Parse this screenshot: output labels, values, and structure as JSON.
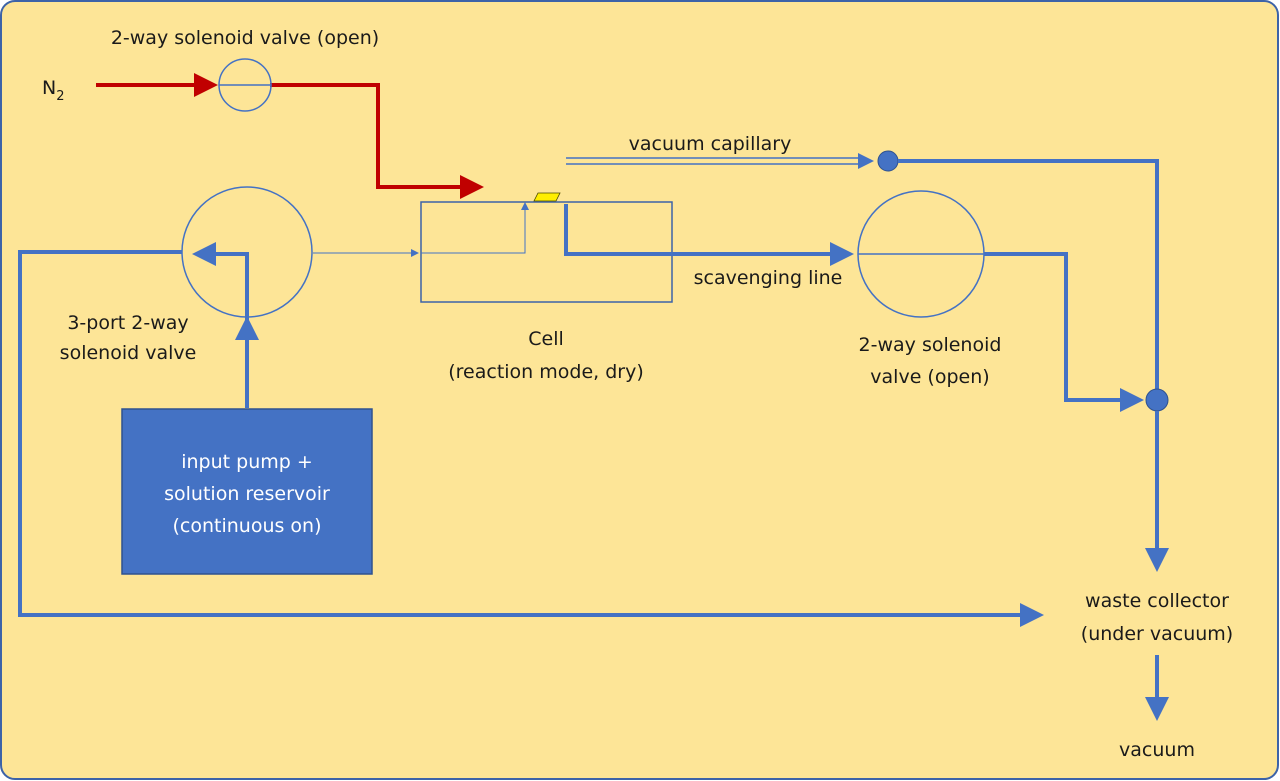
{
  "colors": {
    "background": "#fde597",
    "border": "#3d63a8",
    "blue_line": "#4472c4",
    "red_line": "#c00000",
    "pump_fill": "#4472c4",
    "marker_yellow": "#ffee00"
  },
  "labels": {
    "n2": "N",
    "n2_sub": "2",
    "top_valve": "2-way solenoid valve (open)",
    "vacuum_capillary": "vacuum capillary",
    "scavenging_line": "scavenging line",
    "three_port_valve_l1": "3-port 2-way",
    "three_port_valve_l2": "solenoid valve",
    "cell_l1": "Cell",
    "cell_l2": "(reaction mode, dry)",
    "right_valve_l1": "2-way solenoid",
    "right_valve_l2": "valve (open)",
    "pump_l1": "input  pump +",
    "pump_l2": "solution reservoir",
    "pump_l3": "(continuous on)",
    "waste_l1": "waste collector",
    "waste_l2": "(under vacuum)",
    "vacuum": "vacuum"
  }
}
